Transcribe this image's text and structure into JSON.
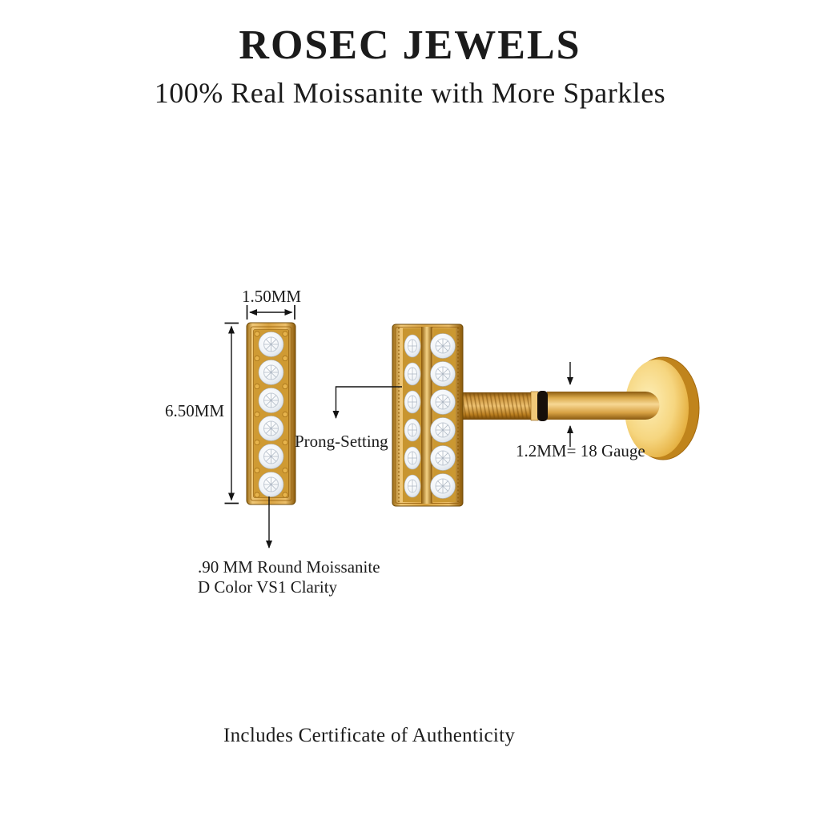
{
  "header": {
    "brand": "ROSEC JEWELS",
    "tagline": "100% Real Moissanite with More Sparkles"
  },
  "annotations": {
    "bar_width": "1.50MM",
    "bar_height": "6.50MM",
    "prong_setting": "Prong-Setting",
    "post_gauge": "1.2MM= 18 Gauge",
    "stone_spec_line1": ".90 MM Round Moissanite",
    "stone_spec_line2": "D Color VS1 Clarity"
  },
  "footer": {
    "certificate_note": "Includes Certificate of Authenticity"
  },
  "illustration": {
    "front_view_stone_count": 6,
    "side_view_stone_columns": 2,
    "stones_per_column": 6
  },
  "colors": {
    "gold_main": "#d8a240",
    "gold_light": "#f3cf7d",
    "gold_dark": "#8a5a10",
    "stone_white": "#f2f5f8",
    "oring_black": "#17100a",
    "text": "#1b1b1b",
    "background": "#ffffff"
  }
}
